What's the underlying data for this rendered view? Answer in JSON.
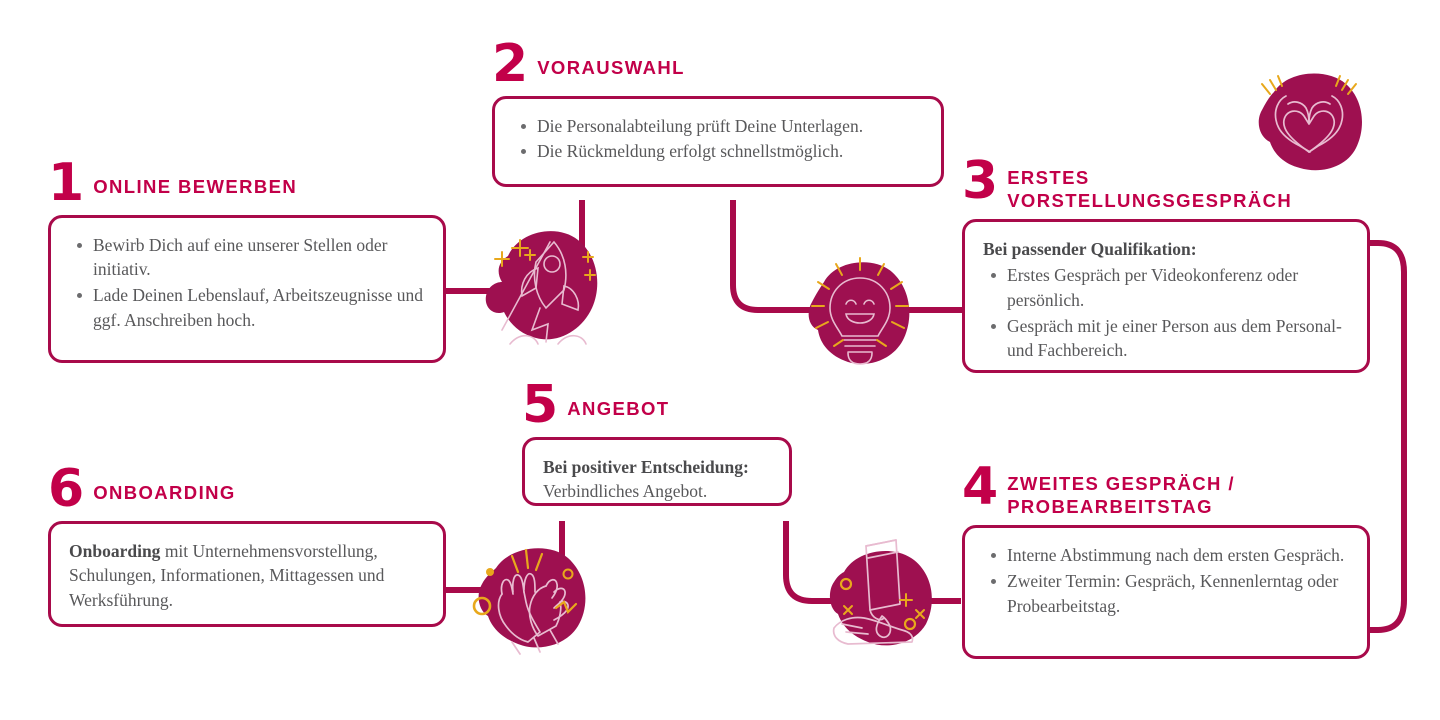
{
  "palette": {
    "number_color": "#C20049",
    "border_color": "#A80A4A",
    "blob_color": "#9E1050",
    "accent_gold": "#E8A81C",
    "body_text": "#58585A",
    "background": "#FFFFFF"
  },
  "steps": [
    {
      "number": "1",
      "title": "ONLINE BEWERBEN",
      "items": [
        "Bewirb Dich auf eine unserer Stellen oder initiativ.",
        "Lade Deinen Lebenslauf, Arbeitszeugnisse und ggf. Anschreiben hoch."
      ]
    },
    {
      "number": "2",
      "title": "VORAUSWAHL",
      "items": [
        "Die Personalabteilung prüft Deine Unterlagen.",
        "Die Rückmeldung erfolgt schnellstmöglich."
      ]
    },
    {
      "number": "3",
      "title": "ERSTES\nVORSTELLUNGSGESPRÄCH",
      "lead": "Bei passender Qualifikation:",
      "items": [
        "Erstes Gespräch per Videokonferenz oder persönlich.",
        "Gespräch mit je einer Person aus dem Personal- und Fachbereich."
      ]
    },
    {
      "number": "4",
      "title": "ZWEITES GESPRÄCH /\nPROBEARBEITSTAG",
      "items": [
        "Interne Abstimmung nach dem ersten Gespräch.",
        "Zweiter Termin: Gespräch, Kennenlerntag oder Probearbeitstag."
      ]
    },
    {
      "number": "5",
      "title": "ANGEBOT",
      "lead": "Bei positiver Entscheidung:",
      "body": "Verbindliches Angebot."
    },
    {
      "number": "6",
      "title": "ONBOARDING",
      "lead": "Onboarding",
      "body": " mit Unternehmensvorstellung, Schulungen, Informationen, Mittagessen und Werksführung."
    }
  ],
  "icons": [
    {
      "name": "rocket-icon",
      "label": "Rakete"
    },
    {
      "name": "lightbulb-smiling-icon",
      "label": "Gluehbirne mit Laecheln"
    },
    {
      "name": "heart-hands-icon",
      "label": "Haende formen Herz"
    },
    {
      "name": "clapping-hands-icon",
      "label": "Klatschende Haende"
    },
    {
      "name": "hand-lotion-icon",
      "label": "Hand mit Tube"
    }
  ]
}
